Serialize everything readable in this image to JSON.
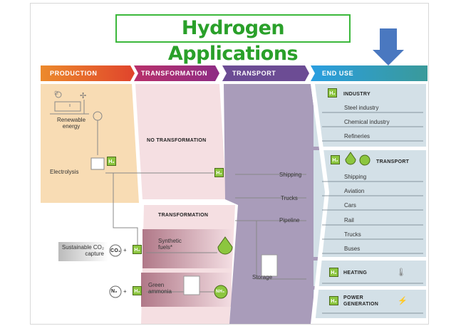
{
  "title": "Hydrogen Applications",
  "headers": {
    "production": "PRODUCTION",
    "transformation": "TRANSFORMATION",
    "transport": "TRANSPORT",
    "end_use": "END USE"
  },
  "production": {
    "renewable": "Renewable energy",
    "electrolysis": "Electrolysis",
    "co2_capture": "Sustainable CO₂ capture",
    "co2": "CO₂",
    "n2": "N₂",
    "h2": "H₂"
  },
  "transformation": {
    "none": "NO TRANSFORMATION",
    "label": "TRANSFORMATION",
    "synthetic": "Synthetic fuels*",
    "ammonia": "Green ammonia",
    "nh3": "NH₃"
  },
  "transport": {
    "shipping": "Shipping",
    "trucks": "Trucks",
    "pipeline": "Pipeline",
    "storage": "Storage"
  },
  "end_use": {
    "industry": {
      "title": "INDUSTRY",
      "items": [
        "Steel industry",
        "Chemical industry",
        "Refineries"
      ]
    },
    "transport": {
      "title": "TRANSPORT",
      "items": [
        "Shipping",
        "Aviation",
        "Cars",
        "Rail",
        "Trucks",
        "Buses"
      ]
    },
    "heating": "HEATING",
    "power": "POWER GENERATION"
  },
  "colors": {
    "accent_green": "#8cc63f",
    "arrow_blue": "#4a78c0"
  }
}
